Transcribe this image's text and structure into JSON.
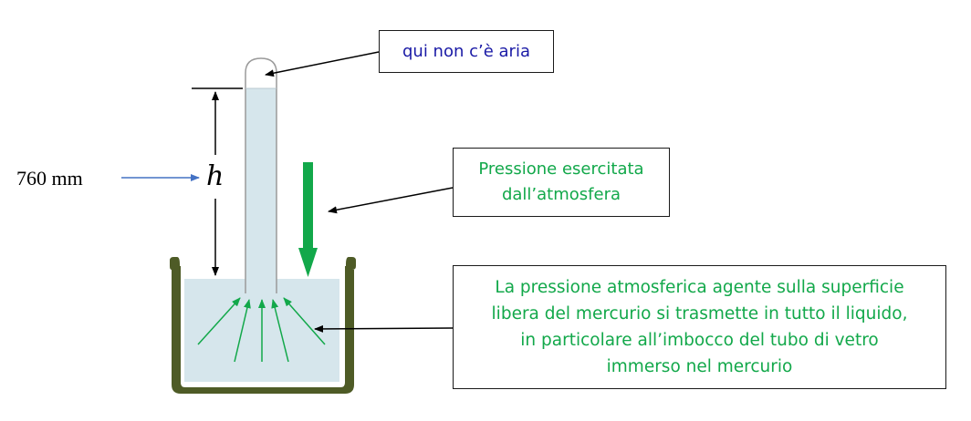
{
  "labels": {
    "no_air": "qui non c’è aria",
    "atm_pressure_line1": "Pressione esercitata",
    "atm_pressure_line2": "dall’atmosfera",
    "mercury_line1": "La pressione atmosferica agente sulla superficie",
    "mercury_line2": "libera del mercurio si trasmette in tutto il liquido,",
    "mercury_line3": "in particolare all’imbocco del tubo di vetro",
    "mercury_line4": "immerso nel mercurio",
    "height_value": "760 mm",
    "height_symbol": "h"
  },
  "colors": {
    "blue_text": "#1a1aa6",
    "green_text": "#12a84a",
    "green_arrow": "#12a84a",
    "basin_wall": "#4e5b26",
    "mercury": "#d6e6ec",
    "tube_fill": "#d6e6ec",
    "blue_arrow": "#4472c4"
  },
  "icons": [
    "downward-pressure-arrow",
    "pressure-radial-arrows",
    "pointer-arrows"
  ]
}
